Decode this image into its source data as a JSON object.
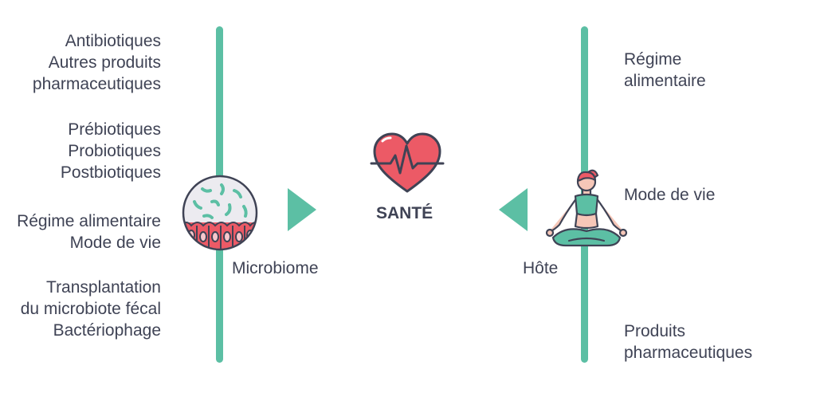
{
  "left_factors": [
    {
      "lines": [
        "Antibiotiques",
        "Autres produits",
        "pharmaceutiques"
      ]
    },
    {
      "lines": [
        "Prébiotiques",
        "Probiotiques",
        "Postbiotiques"
      ]
    },
    {
      "lines": [
        "Régime alimentaire",
        "Mode de vie"
      ]
    },
    {
      "lines": [
        "Transplantation",
        "du microbiote fécal",
        "Bactériophage"
      ]
    }
  ],
  "microbiome_label": "Microbiome",
  "center_label": "SANTÉ",
  "host_label": "Hôte",
  "right_factors": [
    {
      "lines": [
        "Régime",
        "alimentaire"
      ]
    },
    {
      "lines": [
        "Mode de vie"
      ]
    },
    {
      "lines": [
        "Produits",
        "pharmaceutiques"
      ]
    }
  ],
  "colors": {
    "accent_green": "#5cbfa4",
    "heart_red": "#ec5a66",
    "text": "#3f4355"
  },
  "icons": [
    "microbiome-icon",
    "heart-pulse-icon",
    "yoga-person-icon",
    "arrow-right-icon",
    "arrow-left-icon"
  ]
}
